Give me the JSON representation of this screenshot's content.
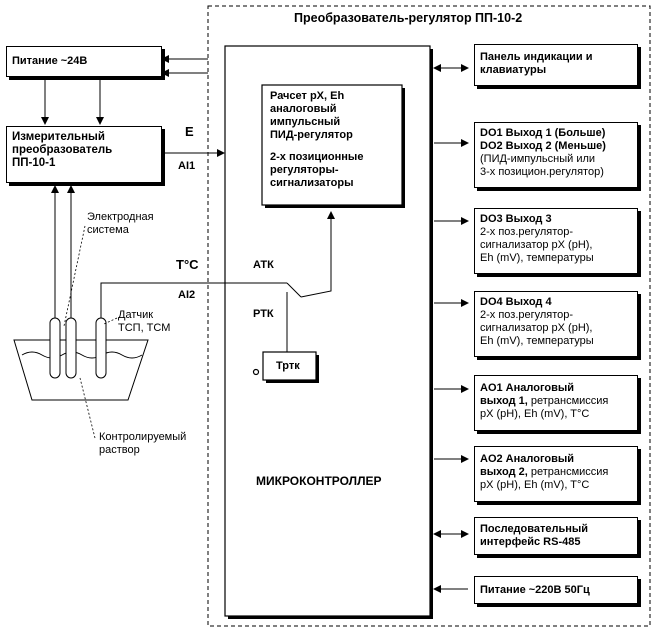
{
  "title": "Преобразователь-регулятор ПП-10-2",
  "power_24v": "Питание  ~24В",
  "meas_conv": [
    "Измерительный",
    "преобразователь",
    "ПП-10-1"
  ],
  "signal_e": "E",
  "signal_ai1": "AI1",
  "signal_tc": "T°C",
  "signal_ai2": "AI2",
  "electrode_label": [
    "Электродная",
    "система"
  ],
  "sensor_label": [
    "Датчик",
    "ТСП, ТСМ"
  ],
  "solution_label": [
    "Контролируемый",
    "раствор"
  ],
  "calc_box": {
    "lines_bold": [
      "Рачсет  pX,  Eh",
      "аналоговый",
      "импульсный",
      "ПИД-регулятор"
    ],
    "lines_bold2": [
      "2-х позиционные",
      "регуляторы-",
      "сигнализаторы"
    ]
  },
  "atk": "АТК",
  "rtk": "РТК",
  "trtk": "Тртк",
  "microcontroller": "МИКРОКОНТРОЛЛЕР",
  "right_boxes": {
    "panel": [
      "Панель индикации и",
      "клавиатуры"
    ],
    "do12": {
      "bold": [
        "DO1 Выход 1 (Больше)",
        "DO2 Выход 2 (Меньше)"
      ],
      "normal": [
        "(ПИД-импульсный или",
        "3-х позицион.регулятор)"
      ]
    },
    "do3": {
      "bold": "DO3  Выход 3",
      "normal": [
        "2-х поз.регулятор-",
        "сигнализатор  pX (pH),",
        "Eh (mV), температуры"
      ]
    },
    "do4": {
      "bold": "DO4  Выход 4",
      "normal": [
        "2-х поз.регулятор-",
        "сигнализатор  pX (pH),",
        "Eh (mV), температуры"
      ]
    },
    "ao1": {
      "bold": [
        "AO1  Аналоговый",
        "выход 1,"
      ],
      "normal_tail": " ретрансмиссия",
      "normal": "pX (pH), Eh (mV), T°C"
    },
    "ao2": {
      "bold": [
        "AO2  Аналоговый",
        "выход 2,"
      ],
      "normal_tail": " ретрансмиссия",
      "normal": "pX (pH), Eh (mV), T°C"
    },
    "serial": [
      "Последовательный",
      "интерфейс RS-485"
    ],
    "power_220": "Питание  ~220В 50Гц"
  }
}
